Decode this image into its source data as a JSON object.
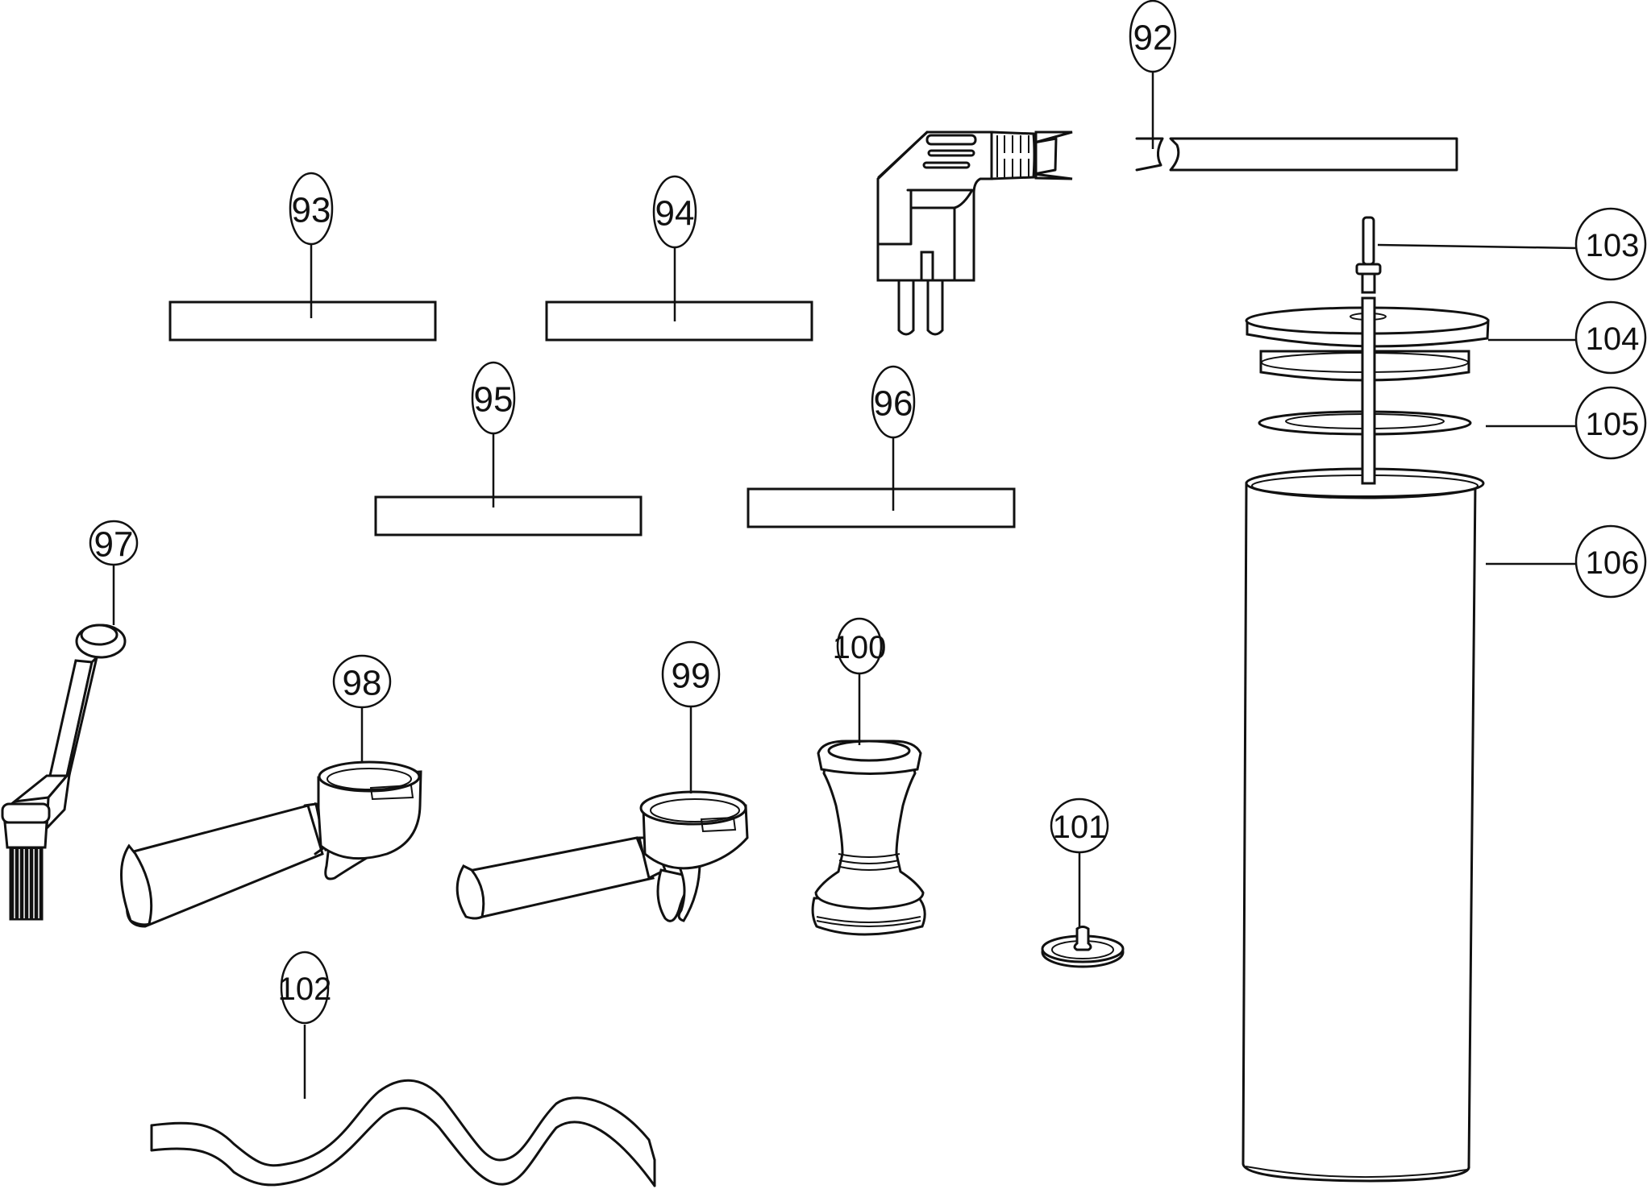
{
  "diagram": {
    "type": "exploded-parts-diagram",
    "colors": {
      "line": "#111111",
      "background": "#ffffff"
    },
    "parts": [
      {
        "id": "92",
        "label": "92",
        "description": "power cord with angled plug"
      },
      {
        "id": "93",
        "label": "93",
        "description": "label plate"
      },
      {
        "id": "94",
        "label": "94",
        "description": "label plate"
      },
      {
        "id": "95",
        "label": "95",
        "description": "label plate"
      },
      {
        "id": "96",
        "label": "96",
        "description": "label plate"
      },
      {
        "id": "97",
        "label": "97",
        "description": "cleaning brush"
      },
      {
        "id": "98",
        "label": "98",
        "description": "portafilter single spout"
      },
      {
        "id": "99",
        "label": "99",
        "description": "portafilter double spout"
      },
      {
        "id": "100",
        "label": "100",
        "description": "tamper"
      },
      {
        "id": "101",
        "label": "101",
        "description": "blind filter disc"
      },
      {
        "id": "102",
        "label": "102",
        "description": "hose"
      },
      {
        "id": "103",
        "label": "103",
        "description": "water tank connector"
      },
      {
        "id": "104",
        "label": "104",
        "description": "water tank lid"
      },
      {
        "id": "105",
        "label": "105",
        "description": "gasket"
      },
      {
        "id": "106",
        "label": "106",
        "description": "water tank"
      }
    ]
  }
}
